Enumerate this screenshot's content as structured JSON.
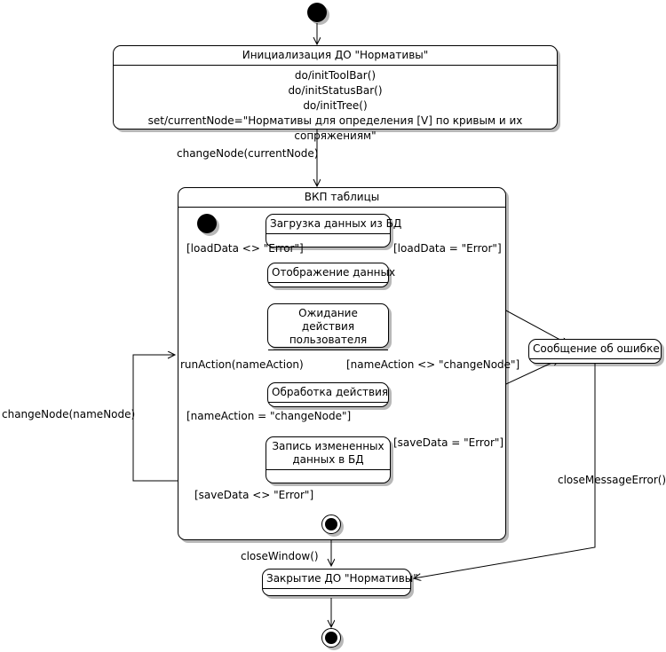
{
  "diagram": {
    "type": "uml-state-machine",
    "title": "Инициализация ДО \"Нормативы\"",
    "background": "#ffffff",
    "line_color": "#000000",
    "shadow_color": "rgba(0,0,0,0.28)"
  },
  "nodes": {
    "start": {
      "kind": "initial-state",
      "label": ""
    },
    "init_state": {
      "kind": "state",
      "title": "Инициализация ДО \"Нормативы\"",
      "actions": [
        "do/initToolBar()",
        "do/initStatusBar()",
        "do/initTree()",
        "set/currentNode=\"Нормативы для определения [V] по кривым и их сопряжениям\""
      ]
    },
    "composite": {
      "kind": "composite-state",
      "title": "ВКП таблицы"
    },
    "inner_start": {
      "kind": "initial-state",
      "label": ""
    },
    "load_data": {
      "kind": "state",
      "title": "Загрузка данных из БД"
    },
    "show_data": {
      "kind": "state",
      "title": "Отображение данных"
    },
    "wait_action": {
      "kind": "state",
      "title": "Ожидание действия пользователя"
    },
    "process_action": {
      "kind": "state",
      "title": "Обработка действия"
    },
    "save_data": {
      "kind": "state",
      "title": "Запись измененных данных в БД"
    },
    "inner_final": {
      "kind": "final-state",
      "label": ""
    },
    "error_message": {
      "kind": "state",
      "title": "Сообщение об ошибке"
    },
    "close_state": {
      "kind": "state",
      "title": "Закрытие ДО \"Нормативы\""
    },
    "final": {
      "kind": "final-state",
      "label": ""
    }
  },
  "transitions": [
    {
      "id": "t1",
      "from": "start",
      "to": "init_state",
      "label": ""
    },
    {
      "id": "t2",
      "from": "init_state",
      "to": "composite",
      "label": "changeNode(currentNode)"
    },
    {
      "id": "t3",
      "from": "inner_start",
      "to": "load_data",
      "label": ""
    },
    {
      "id": "t4",
      "from": "load_data",
      "to": "show_data",
      "label": "[loadData <> \"Error\"]"
    },
    {
      "id": "t5",
      "from": "load_data",
      "to": "error_message",
      "label": "[loadData = \"Error\"]"
    },
    {
      "id": "t6",
      "from": "show_data",
      "to": "wait_action",
      "label": ""
    },
    {
      "id": "t7",
      "from": "wait_action",
      "to": "process_action",
      "label": ""
    },
    {
      "id": "t8",
      "from": "process_action",
      "to": "wait_action",
      "label": "[nameAction <> \"changeNode\"]"
    },
    {
      "id": "t9",
      "from": "process_action",
      "to": "save_data",
      "label": "[nameAction = \"changeNode\"]"
    },
    {
      "id": "t10",
      "from": "save_data",
      "to": "error_message",
      "label": "[saveData = \"Error\"]"
    },
    {
      "id": "t11",
      "from": "save_data",
      "to": "inner_final",
      "label": "[saveData <> \"Error\"]"
    },
    {
      "id": "t12",
      "from": "composite",
      "to": "composite",
      "label": "changeNode(nameNode)"
    },
    {
      "id": "t13",
      "from": "composite",
      "to": "composite",
      "label": "runAction(nameAction)"
    },
    {
      "id": "t14",
      "from": "inner_final",
      "to": "close_state",
      "label": "closeWindow()"
    },
    {
      "id": "t15",
      "from": "error_message",
      "to": "close_state",
      "label": "closeMessageError()"
    },
    {
      "id": "t16",
      "from": "close_state",
      "to": "final",
      "label": ""
    }
  ],
  "labels": {
    "change_node_current": "changeNode(currentNode)",
    "load_ok": "[loadData <> \"Error\"]",
    "load_err": "[loadData = \"Error\"]",
    "run_action": "runAction(nameAction)",
    "name_action_ne": "[nameAction <> \"changeNode\"]",
    "name_action_eq": "[nameAction = \"changeNode\"]",
    "save_err": "[saveData = \"Error\"]",
    "save_ok": "[saveData <> \"Error\"]",
    "change_node_name": "changeNode(nameNode)",
    "close_window": "closeWindow()",
    "close_message_error": "closeMessageError()"
  }
}
